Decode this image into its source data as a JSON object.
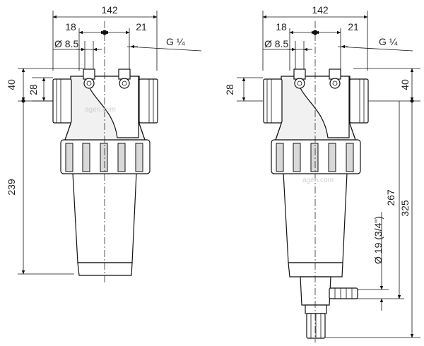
{
  "left_view": {
    "width_label": "142",
    "inlet_offset_label": "18",
    "outlet_offset_label": "21",
    "hole_diameter_label": "Ø 8.5",
    "thread_label": "G ¼",
    "top_height_label": "40",
    "port_height_label": "28",
    "total_height_label": "239",
    "watermark": "agen.com"
  },
  "right_view": {
    "width_label": "142",
    "inlet_offset_label": "18",
    "outlet_offset_label": "21",
    "hole_diameter_label": "Ø 8.5",
    "thread_label": "G ¼",
    "port_height_label": "28",
    "top_height_label": "40",
    "drain_height_label": "267",
    "total_height_label": "325",
    "drain_diameter_label": "Ø 19 (3/4\")",
    "watermark": "agen.com"
  }
}
